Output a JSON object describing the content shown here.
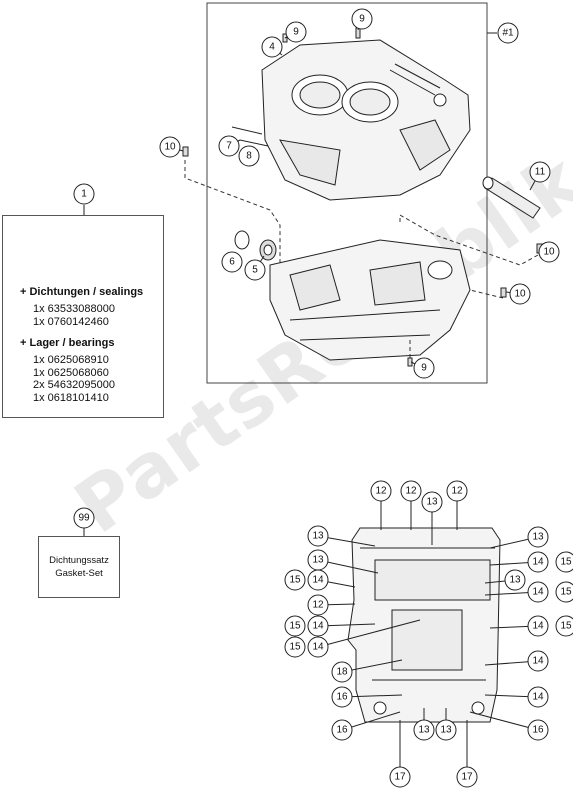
{
  "watermark": "PartsRepublik",
  "assembly_label": "#1",
  "kit": {
    "callout": "1",
    "refs": [
      "#1",
      "4",
      "5",
      "6",
      "7",
      "8",
      "9"
    ],
    "sealings_heading": "+ Dichtungen / sealings",
    "sealings": [
      "1x 63533088000",
      "1x 0760142460"
    ],
    "bearings_heading": "+ Lager / bearings",
    "bearings": [
      "1x 0625068910",
      "1x 0625068060",
      "2x 54632095000",
      "1x 0618101410"
    ]
  },
  "gasket_set": {
    "callout": "99",
    "line1": "Dichtungssatz",
    "line2": "Gasket-Set"
  },
  "upper_callouts": [
    "9",
    "4",
    "9",
    "7",
    "8",
    "10",
    "11",
    "6",
    "5",
    "10",
    "10",
    "9"
  ],
  "lower_callouts": [
    "12",
    "12",
    "13",
    "12",
    "13",
    "13",
    "13",
    "14",
    "15",
    "15",
    "14",
    "13",
    "14",
    "15",
    "12",
    "15",
    "14",
    "14",
    "15",
    "15",
    "14",
    "18",
    "14",
    "16",
    "14",
    "16",
    "16",
    "13",
    "13",
    "17",
    "17"
  ],
  "colors": {
    "line": "#222222",
    "dash": "#333333",
    "part_fill": "#f4f4f4"
  }
}
